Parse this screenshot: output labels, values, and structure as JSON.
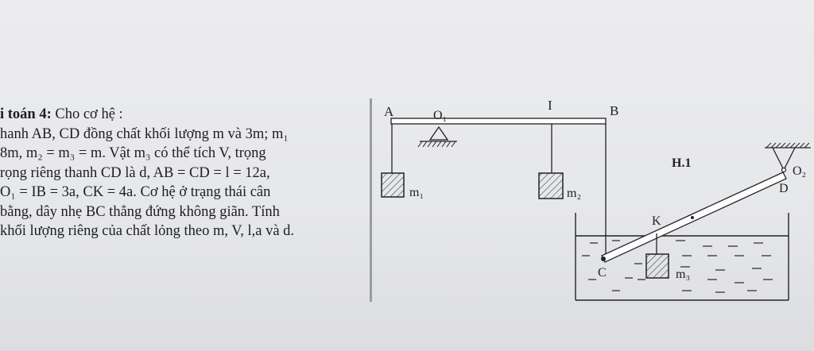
{
  "problem": {
    "heading": "i toán 4:",
    "intro": " Cho cơ hệ :",
    "lines": [
      "hanh AB, CD đồng chất khối lượng m và 3m; m₁",
      " 8m, m₂ = m₃ = m. Vật m₃ có thể tích V, trọng",
      "rọng riêng thanh CD là d, AB = CD = l = 12a,",
      "O₁ = IB = 3a, CK = 4a. Cơ hệ ở trạng thái cân",
      "bằng, dây nhẹ BC thẳng đứng không giãn. Tính",
      "khối lượng riêng của chất lỏng theo m, V, l,a và d."
    ]
  },
  "figure": {
    "label_A": "A",
    "label_O1": "O₁",
    "label_I": "I",
    "label_B": "B",
    "label_H1": "H.1",
    "label_m1": "m₁",
    "label_m2": "m₂",
    "label_m3": "m₃",
    "label_K": "K",
    "label_C": "C",
    "label_D": "D",
    "label_O2": "O₂"
  }
}
